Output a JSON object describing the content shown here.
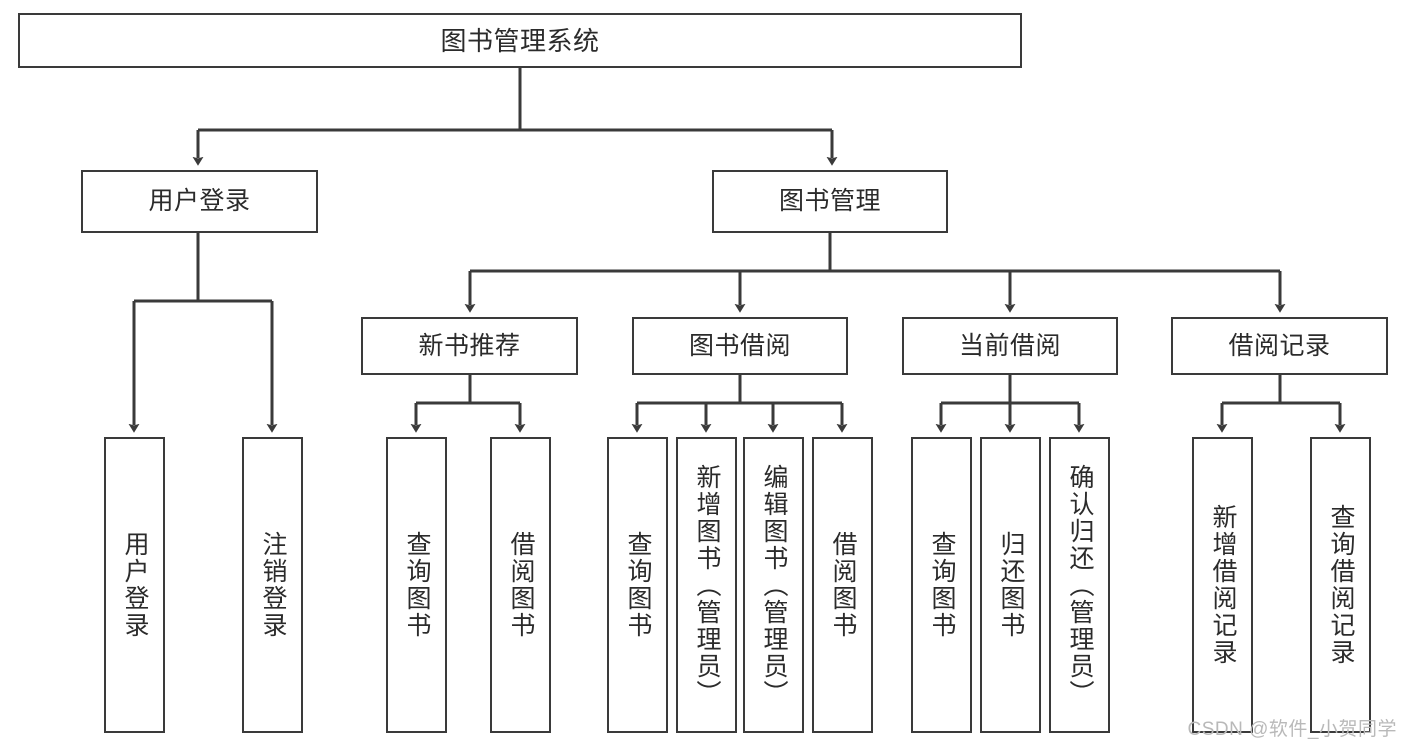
{
  "diagram": {
    "type": "tree",
    "title": "图书管理系统",
    "root": {
      "id": "root",
      "label": "图书管理系统",
      "orientation": "horizontal"
    },
    "level2": [
      {
        "id": "user-login",
        "label": "用户登录",
        "orientation": "horizontal"
      },
      {
        "id": "book-management",
        "label": "图书管理",
        "orientation": "horizontal"
      }
    ],
    "level3": [
      {
        "id": "new-book-recommend",
        "label": "新书推荐",
        "orientation": "horizontal",
        "parent": "book-management"
      },
      {
        "id": "book-borrow",
        "label": "图书借阅",
        "orientation": "horizontal",
        "parent": "book-management"
      },
      {
        "id": "current-borrow",
        "label": "当前借阅",
        "orientation": "horizontal",
        "parent": "book-management"
      },
      {
        "id": "borrow-record",
        "label": "借阅记录",
        "orientation": "horizontal",
        "parent": "book-management"
      }
    ],
    "leaves": {
      "user_login": [
        {
          "id": "leaf-user-login",
          "label": "用户登录"
        },
        {
          "id": "leaf-user-logout",
          "label": "注销登录"
        }
      ],
      "new_book_recommend": [
        {
          "id": "leaf-query-book-1",
          "label": "查询图书"
        },
        {
          "id": "leaf-borrow-book-1",
          "label": "借阅图书"
        }
      ],
      "book_borrow": [
        {
          "id": "leaf-query-book-2",
          "label": "查询图书"
        },
        {
          "id": "leaf-add-book",
          "label": "新增图书（管理员）"
        },
        {
          "id": "leaf-edit-book",
          "label": "编辑图书（管理员）"
        },
        {
          "id": "leaf-borrow-book-2",
          "label": "借阅图书"
        }
      ],
      "current_borrow": [
        {
          "id": "leaf-query-book-3",
          "label": "查询图书"
        },
        {
          "id": "leaf-return-book",
          "label": "归还图书"
        },
        {
          "id": "leaf-confirm-return",
          "label": "确认归还（管理员）"
        }
      ],
      "borrow_record": [
        {
          "id": "leaf-add-record",
          "label": "新增借阅记录"
        },
        {
          "id": "leaf-query-record",
          "label": "查询借阅记录"
        }
      ]
    },
    "colors": {
      "stroke": "#3a3a3a",
      "fill": "#ffffff",
      "text": "#2b2b2b",
      "watermark": "#b9b9b9"
    }
  },
  "watermark": {
    "text": "CSDN @软件_小贺同学"
  }
}
